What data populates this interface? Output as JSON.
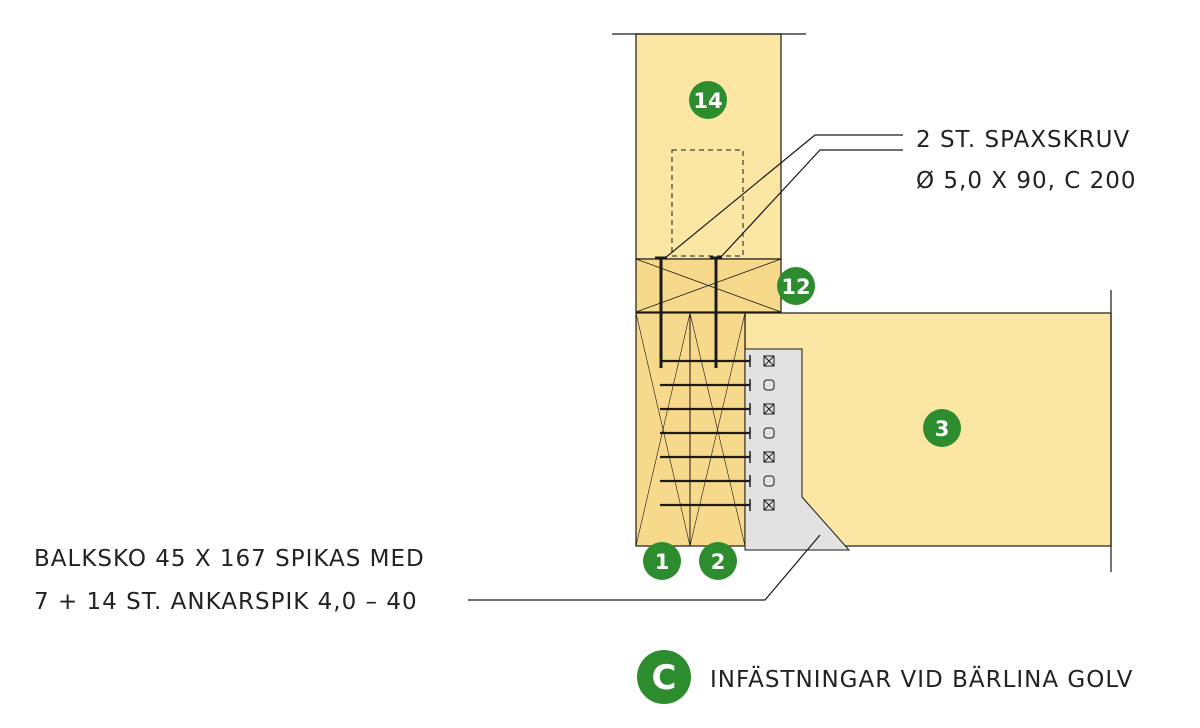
{
  "colors": {
    "wood": "#fce6a3",
    "wood_dark": "#f6d98a",
    "badge": "#2c8c2e",
    "bracket": "#e2e2e2",
    "line": "#1a1a1a"
  },
  "badges": {
    "part_1": "1",
    "part_2": "2",
    "part_3": "3",
    "part_12": "12",
    "part_14": "14",
    "detail": "C"
  },
  "labels": {
    "screw_line1": "2 ST. SPAXSKRUV",
    "screw_line2": "Ø 5,0 X 90, C 200",
    "hanger_line1": "BALKSKO 45 X 167 SPIKAS MED",
    "hanger_line2": "7 + 14 ST. ANKARSPIK 4,0 – 40",
    "detail_title": "INFÄSTNINGAR VID BÄRLINA GOLV"
  },
  "hanger_marks": [
    "x",
    "o",
    "x",
    "o",
    "x",
    "o",
    "x"
  ]
}
